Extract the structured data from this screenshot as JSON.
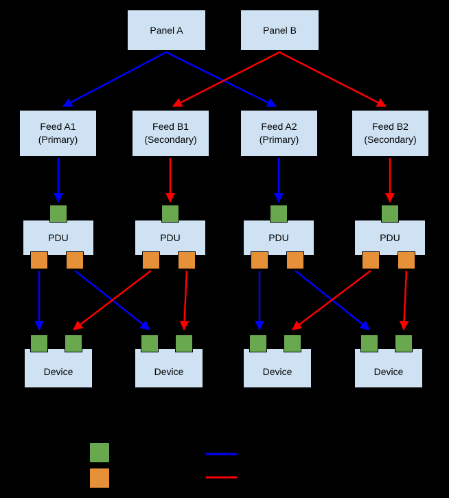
{
  "diagram": {
    "panels": [
      {
        "label": "Panel A"
      },
      {
        "label": "Panel B"
      }
    ],
    "feeds": [
      {
        "line1": "Feed A1",
        "line2": "(Primary)"
      },
      {
        "line1": "Feed B1",
        "line2": "(Secondary)"
      },
      {
        "line1": "Feed A2",
        "line2": "(Primary)"
      },
      {
        "line1": "Feed B2",
        "line2": "(Secondary)"
      }
    ],
    "pdus": [
      {
        "label": "PDU"
      },
      {
        "label": "PDU"
      },
      {
        "label": "PDU"
      },
      {
        "label": "PDU"
      }
    ],
    "devices": [
      {
        "label": "Device"
      },
      {
        "label": "Device"
      },
      {
        "label": "Device"
      },
      {
        "label": "Device"
      }
    ],
    "colors": {
      "background": "#000000",
      "box_fill": "#cfe2f3",
      "box_border": "#000000",
      "input_port_green": "#6aa84f",
      "output_port_orange": "#e69138",
      "primary_path_blue": "#0000ff",
      "secondary_path_red": "#ff0000"
    },
    "legend": {
      "swatches": [
        {
          "name": "input-port-green-square",
          "color": "#6aa84f"
        },
        {
          "name": "output-port-orange-square",
          "color": "#e69138"
        },
        {
          "name": "primary-path-blue-line",
          "color": "#0000ff"
        },
        {
          "name": "secondary-path-red-line",
          "color": "#ff0000"
        }
      ]
    }
  }
}
